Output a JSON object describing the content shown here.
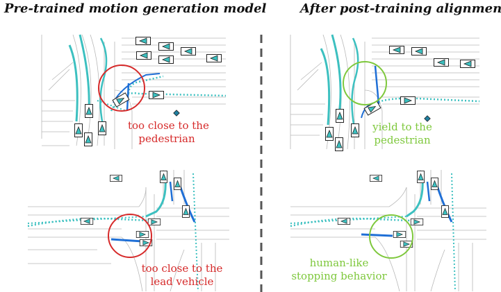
{
  "headings": {
    "left": "Pre-trained motion generation model",
    "right": "After post-training alignment"
  },
  "captions": {
    "top_left": [
      "too close to the",
      "pedestrian"
    ],
    "top_right": [
      "yield to the",
      "pedestrian"
    ],
    "bottom_left": [
      "too close to the",
      "lead vehicle"
    ],
    "bottom_right": [
      "human-like",
      "stopping behavior"
    ]
  },
  "colors": {
    "pretrained_highlight": "#d62a2a",
    "aligned_highlight": "#7ec83c",
    "ego_trajectory": "#1f6fd6",
    "agent_trajectory": "#3cc0c0",
    "road_lines": "#b8b8b8",
    "divider": "#555555"
  }
}
